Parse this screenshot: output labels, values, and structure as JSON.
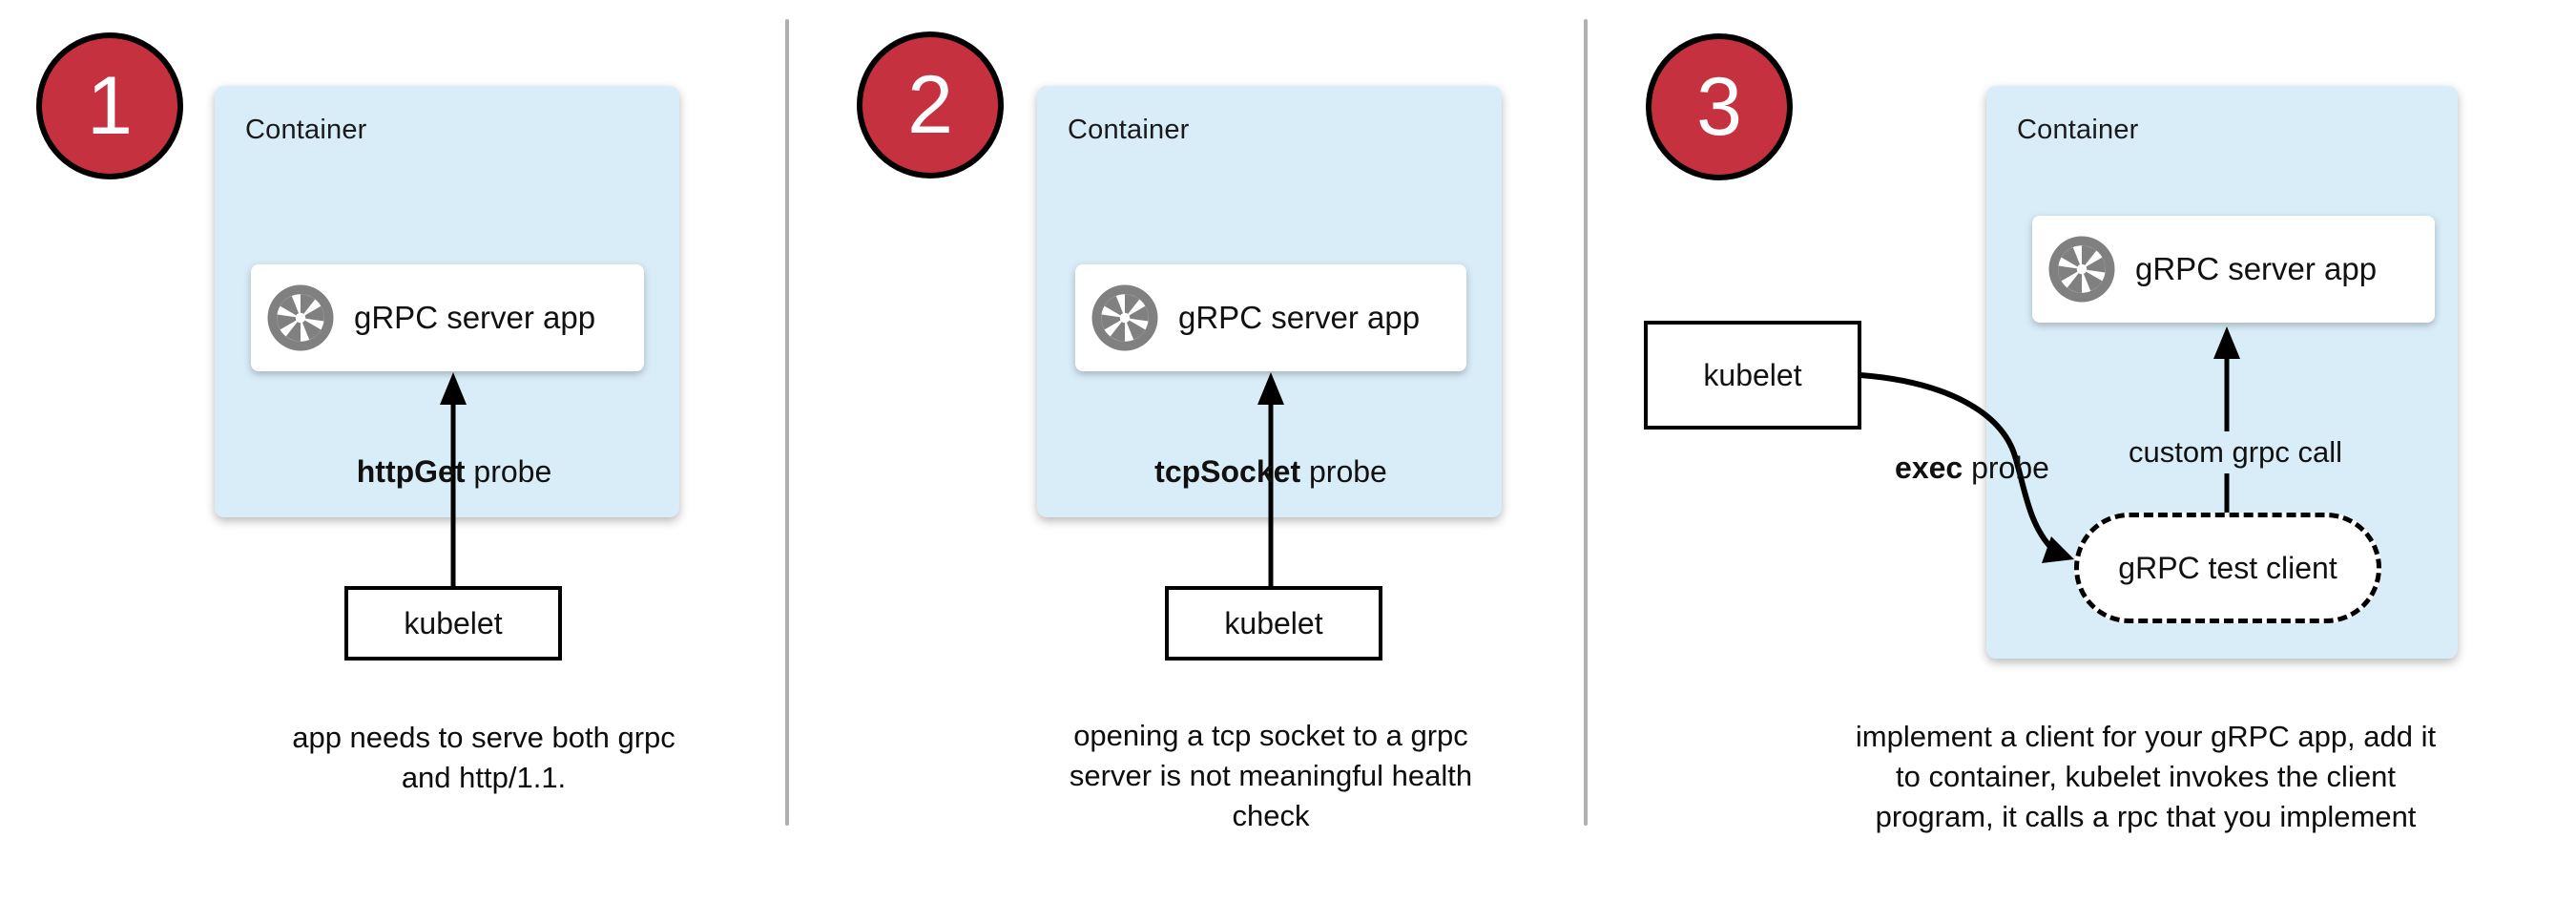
{
  "colors": {
    "container_fill": "#d9edf9",
    "badge_red": "#c5313e",
    "badge_border": "#000000",
    "divider_gray": "#b0b0b0",
    "icon_gray": "#808080",
    "text": "#111111"
  },
  "icons": {
    "app_icon": "aperture-icon"
  },
  "panels": [
    {
      "number": "1",
      "container_label": "Container",
      "app_box_label": "gRPC server app",
      "probe_bold": "httpGet",
      "probe_rest": " probe",
      "kubelet_label": "kubelet",
      "caption_lines": [
        "app needs to serve both grpc",
        "and http/1.1."
      ]
    },
    {
      "number": "2",
      "container_label": "Container",
      "app_box_label": "gRPC server app",
      "probe_bold": "tcpSocket",
      "probe_rest": " probe",
      "kubelet_label": "kubelet",
      "caption_lines": [
        "opening a tcp socket to a grpc",
        "server is not meaningful health",
        "check"
      ]
    },
    {
      "number": "3",
      "container_label": "Container",
      "app_box_label": "gRPC server app",
      "probe_bold": "exec",
      "probe_rest": " probe",
      "kubelet_label": "kubelet",
      "test_client_label": "gRPC test client",
      "arrow_label": "custom grpc call",
      "caption_lines": [
        "implement a client for your gRPC app, add it",
        "to container, kubelet invokes the client",
        "program, it calls a rpc that you implement"
      ]
    }
  ]
}
